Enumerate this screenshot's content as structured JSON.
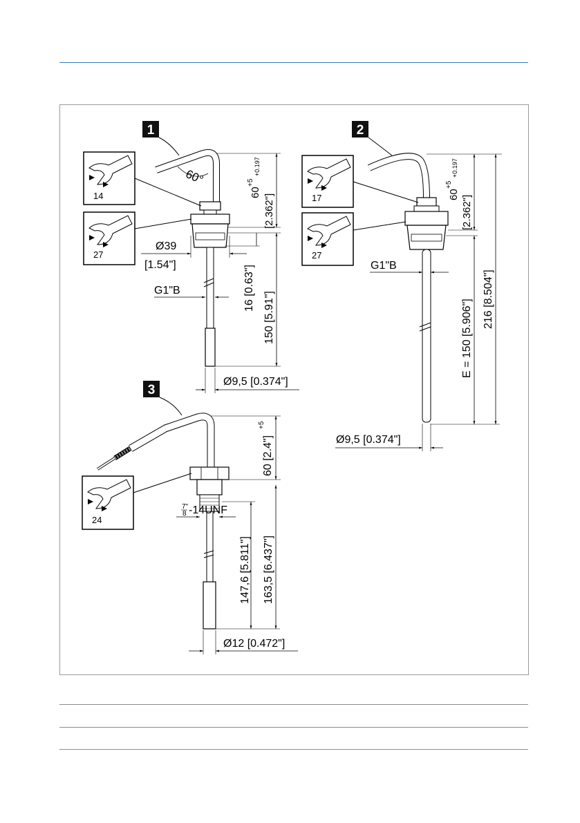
{
  "figure": {
    "panels": [
      {
        "number": "1",
        "wrench_sizes": [
          "14",
          "27"
        ],
        "angle": "60°",
        "dims": {
          "height_top": "60",
          "height_top_tol": "+5",
          "height_top_tol2": "+0.197",
          "height_top_in": "[2.362\"]",
          "dia_flange": "Ø39",
          "dia_flange_in": "[1.54\"]",
          "thread": "G1\"B",
          "insertion_16": "16 [0.63\"]",
          "insertion_150": "150 [5.91\"]",
          "dia_tip": "Ø9,5 [0.374\"]"
        }
      },
      {
        "number": "2",
        "wrench_sizes": [
          "17",
          "27"
        ],
        "dims": {
          "height_top": "60",
          "height_top_tol": "+5",
          "height_top_tol2": "+0.197",
          "height_top_in": "[2.362\"]",
          "thread": "G1\"B",
          "insertion": "E = 150 [5.906\"]",
          "total": "216 [8.504\"]",
          "dia_tip": "Ø9,5 [0.374\"]"
        }
      },
      {
        "number": "3",
        "wrench_sizes": [
          "24"
        ],
        "dims": {
          "height_top": "60 [2.4\"]",
          "height_top_tol": "+5",
          "thread_num": "7\"",
          "thread_den": "8",
          "thread_rest": "-14UNF",
          "length_a": "147,6 [5.811\"]",
          "length_b": "163,5 [6.437\"]",
          "dia_tip": "Ø12 [0.472\"]"
        }
      }
    ]
  },
  "colors": {
    "accent_rule": "#2f7fc1",
    "line": "#000000",
    "frame": "#9a9a9a"
  }
}
